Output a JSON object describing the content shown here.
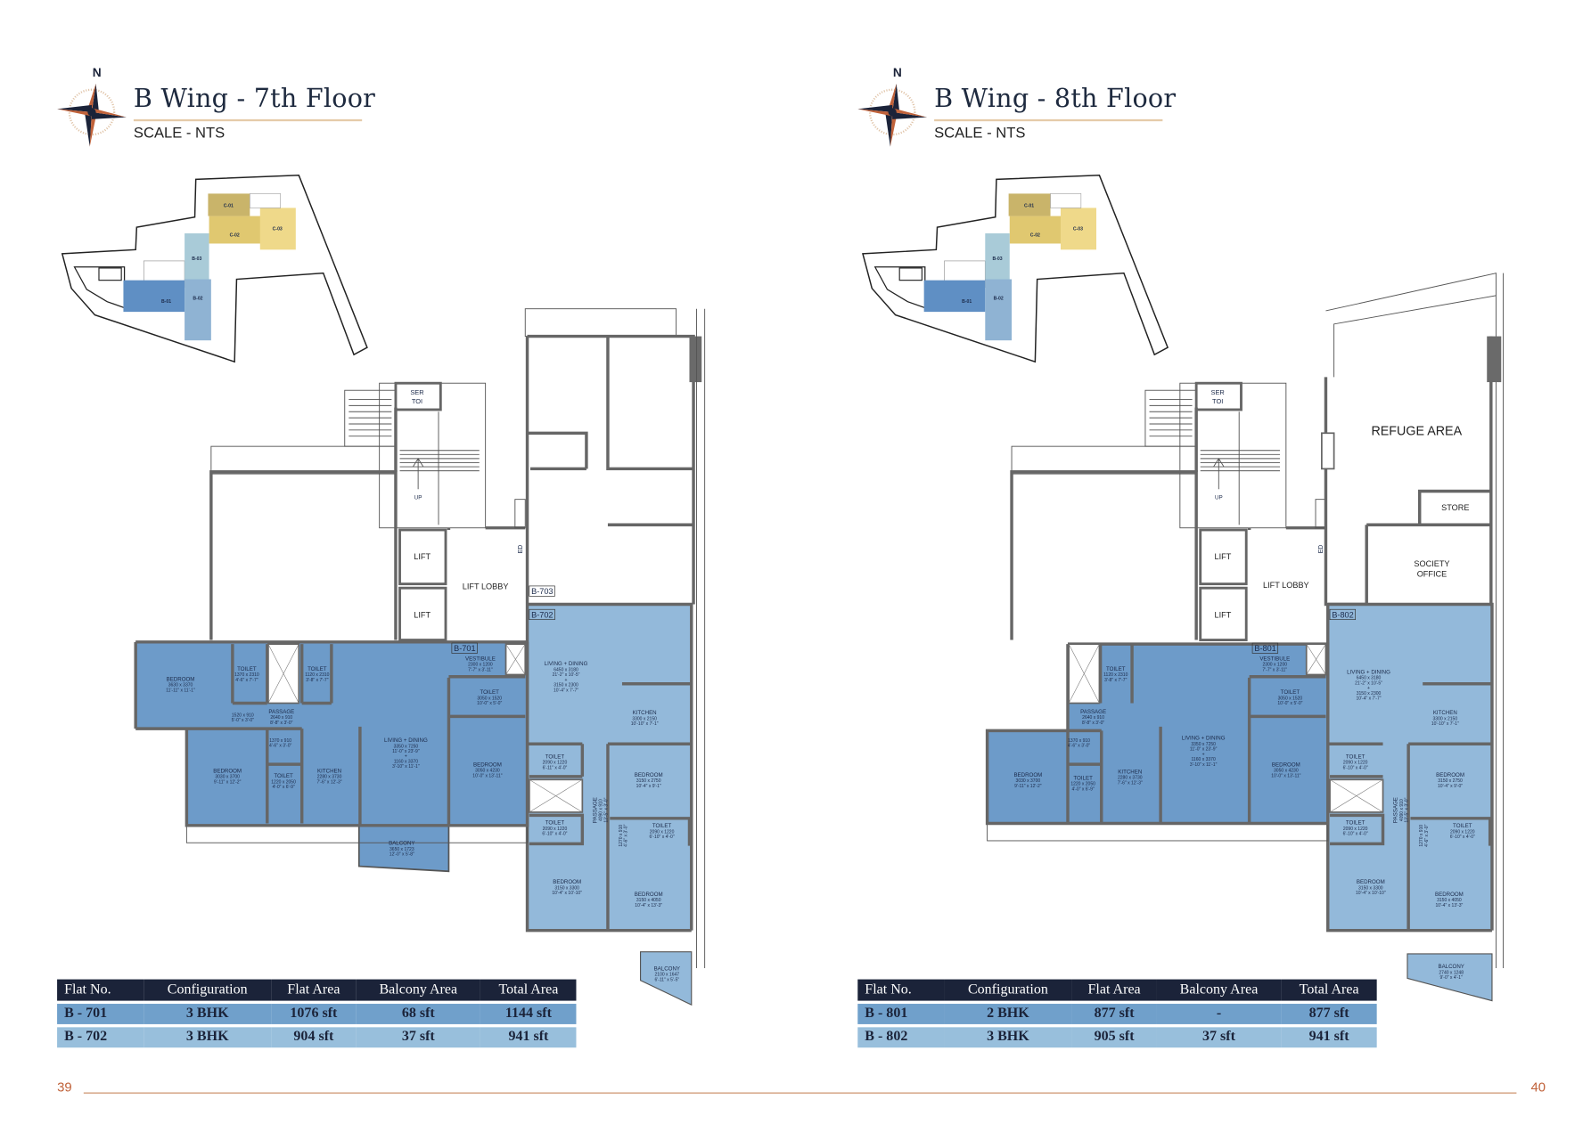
{
  "colors": {
    "navy": "#1b2339",
    "b_dark": "#6d9bc9",
    "b_light": "#93b9da",
    "accent": "#c0623a"
  },
  "pages": [
    {
      "compass_label": "N",
      "title": "B Wing - 7th Floor",
      "scale_label": "SCALE - NTS",
      "page_number": "39",
      "key_plan": [
        "C-01",
        "C-02",
        "C-03",
        "B-03",
        "B-01",
        "B-02"
      ],
      "labels": {
        "ser": "SER",
        "toi": "TOI",
        "up": "UP",
        "lift1": "LIFT",
        "lift2": "LIFT",
        "lobby": "LIFT LOBBY",
        "unit_a": "B-701",
        "unit_b": "B-702",
        "unit_c": "B-703",
        "ed": "ED"
      },
      "rooms": [
        {
          "name": "BEDROOM",
          "dims": [
            "3630 x 3370",
            "11'-11\" x 11'-1\""
          ]
        },
        {
          "name": "TOILET",
          "dims": [
            "1370 x 2310",
            "4'-6\" x 7'-7\""
          ]
        },
        {
          "name": "TOILET",
          "dims": [
            "1120 x 2310",
            "3'-8\" x 7'-7\""
          ]
        },
        {
          "name": "PASSAGE",
          "dims": [
            "2640 x 910",
            "8'-8\" x 3'-0\""
          ]
        },
        {
          "name": "",
          "dims": [
            "1520 x 910",
            "5'-0\" x 3'-0\""
          ]
        },
        {
          "name": "",
          "dims": [
            "1370 x 910",
            "4'-6\" x 3'-0\""
          ]
        },
        {
          "name": "BEDROOM",
          "dims": [
            "3030 x 3700",
            "9'-11\" x 12'-2\""
          ]
        },
        {
          "name": "TOILET",
          "dims": [
            "1220 x 2050",
            "4'-0\" x 6'-9\""
          ]
        },
        {
          "name": "KITCHEN",
          "dims": [
            "2280 x 3730",
            "7'-6\" x 12'-3\""
          ]
        },
        {
          "name": "LIVING + DINING",
          "dims": [
            "3350 x 7250",
            "11'-0\" x 23'-9\"",
            "+",
            "1160 x 3370",
            "3'-10\" x 11'-1\""
          ]
        },
        {
          "name": "VESTIBULE",
          "dims": [
            "2300 x 1200",
            "7'-7\" x 3'-11\""
          ]
        },
        {
          "name": "TOILET",
          "dims": [
            "3050 x 1520",
            "10'-0\" x 5'-0\""
          ]
        },
        {
          "name": "BEDROOM",
          "dims": [
            "3050 x 4230",
            "10'-0\" x 13'-11\""
          ]
        },
        {
          "name": "BALCONY",
          "dims": [
            "3650 x 1723",
            "12'-0\" x 5'-8\""
          ]
        },
        {
          "name": "LIVING + DINING",
          "dims": [
            "6450 x 3180",
            "21'-2\" x 10'-5\"",
            "+",
            "3150 x 2300",
            "10'-4\" x 7'-7\""
          ]
        },
        {
          "name": "KITCHEN",
          "dims": [
            "3300 x 2150",
            "10'-10\" x 7'-1\""
          ]
        },
        {
          "name": "TOILET",
          "dims": [
            "2090 x 1220",
            "6'-11\" x 4'-0\""
          ]
        },
        {
          "name": "BEDROOM",
          "dims": [
            "3150 x 2750",
            "10'-4\" x 9'-1\""
          ]
        },
        {
          "name": "PASSAGE",
          "dims": [
            "4090 x 910",
            "13'-5\" x 3'-0\""
          ]
        },
        {
          "name": "",
          "dims": [
            "1270 x 910",
            "4'-6\" x 3'-0\""
          ]
        },
        {
          "name": "TOILET",
          "dims": [
            "2090 x 1220",
            "6'-10\" x 4'-0\""
          ]
        },
        {
          "name": "TOILET",
          "dims": [
            "2090 x 1220",
            "6'-10\" x 4'-0\""
          ]
        },
        {
          "name": "BEDROOM",
          "dims": [
            "3150 x 3300",
            "10'-4\" x 10'-10\""
          ]
        },
        {
          "name": "BEDROOM",
          "dims": [
            "3150 x 4050",
            "10'-4\" x 13'-3\""
          ]
        },
        {
          "name": "BALCONY",
          "dims": [
            "2100 x 1647",
            "6'-11\" x 5'-5\""
          ]
        }
      ],
      "table": {
        "headers": [
          "Flat No.",
          "Configuration",
          "Flat Area",
          "Balcony Area",
          "Total Area"
        ],
        "rows": [
          [
            "B - 701",
            "3 BHK",
            "1076 sft",
            "68 sft",
            "1144 sft"
          ],
          [
            "B - 702",
            "3 BHK",
            "904 sft",
            "37 sft",
            "941 sft"
          ]
        ]
      }
    },
    {
      "compass_label": "N",
      "title": "B Wing - 8th Floor",
      "scale_label": "SCALE - NTS",
      "page_number": "40",
      "key_plan": [
        "C-01",
        "C-02",
        "C-03",
        "B-03",
        "B-01",
        "B-02"
      ],
      "labels": {
        "ser": "SER",
        "toi": "TOI",
        "up": "UP",
        "lift1": "LIFT",
        "lift2": "LIFT",
        "lobby": "LIFT LOBBY",
        "unit_a": "B-801",
        "unit_b": "B-802",
        "refuge": "REFUGE AREA",
        "store": "STORE",
        "society1": "SOCIETY",
        "society2": "OFFICE",
        "ed": "ED"
      },
      "rooms": [
        {
          "name": "TOILET",
          "dims": [
            "1120 x 2310",
            "3'-8\" x 7'-7\""
          ]
        },
        {
          "name": "PASSAGE",
          "dims": [
            "2640 x 910",
            "8'-8\" x 3'-0\""
          ]
        },
        {
          "name": "",
          "dims": [
            "1370 x 910",
            "4'-6\" x 3'-0\""
          ]
        },
        {
          "name": "BEDROOM",
          "dims": [
            "3030 x 3700",
            "9'-11\" x 12'-2\""
          ]
        },
        {
          "name": "TOILET",
          "dims": [
            "1220 x 2050",
            "4'-0\" x 6'-9\""
          ]
        },
        {
          "name": "KITCHEN",
          "dims": [
            "2280 x 3730",
            "7'-6\" x 12'-3\""
          ]
        },
        {
          "name": "LIVING + DINING",
          "dims": [
            "3350 x 7250",
            "11'-0\" x 23'-9\"",
            "+",
            "1160 x 3370",
            "3'-10\" x 11'-1\""
          ]
        },
        {
          "name": "VESTIBULE",
          "dims": [
            "2300 x 1200",
            "7'-7\" x 3'-11\""
          ]
        },
        {
          "name": "TOILET",
          "dims": [
            "3050 x 1520",
            "10'-0\" x 5'-0\""
          ]
        },
        {
          "name": "BEDROOM",
          "dims": [
            "3050 x 4230",
            "10'-0\" x 13'-11\""
          ]
        },
        {
          "name": "LIVING + DINING",
          "dims": [
            "6450 x 3180",
            "21'-2\" x 10'-5\"",
            "+",
            "3150 x 2300",
            "10'-4\" x 7'-7\""
          ]
        },
        {
          "name": "KITCHEN",
          "dims": [
            "3300 x 2150",
            "10'-10\" x 7'-1\""
          ]
        },
        {
          "name": "TOILET",
          "dims": [
            "2090 x 1220",
            "6'-10\" x 4'-0\""
          ]
        },
        {
          "name": "BEDROOM",
          "dims": [
            "3150 x 2750",
            "10'-4\" x 9'-0\""
          ]
        },
        {
          "name": "PASSAGE",
          "dims": [
            "4090 x 910",
            "13'-5\" x 3'-0\""
          ]
        },
        {
          "name": "",
          "dims": [
            "1270 x 910",
            "4'-6\" x 3'-0\""
          ]
        },
        {
          "name": "TOILET",
          "dims": [
            "2090 x 1220",
            "6'-10\" x 4'-0\""
          ]
        },
        {
          "name": "TOILET",
          "dims": [
            "2090 x 1220",
            "6'-10\" x 4'-0\""
          ]
        },
        {
          "name": "BEDROOM",
          "dims": [
            "3150 x 3300",
            "10'-4\" x 10'-10\""
          ]
        },
        {
          "name": "BEDROOM",
          "dims": [
            "3150 x 4050",
            "10'-4\" x 13'-3\""
          ]
        },
        {
          "name": "BALCONY",
          "dims": [
            "2740 x 1248",
            "9'-0\" x 4'-1\""
          ]
        }
      ],
      "table": {
        "headers": [
          "Flat No.",
          "Configuration",
          "Flat Area",
          "Balcony Area",
          "Total Area"
        ],
        "rows": [
          [
            "B - 801",
            "2 BHK",
            "877 sft",
            "-",
            "877 sft"
          ],
          [
            "B - 802",
            "3 BHK",
            "905 sft",
            "37 sft",
            "941 sft"
          ]
        ]
      }
    }
  ]
}
